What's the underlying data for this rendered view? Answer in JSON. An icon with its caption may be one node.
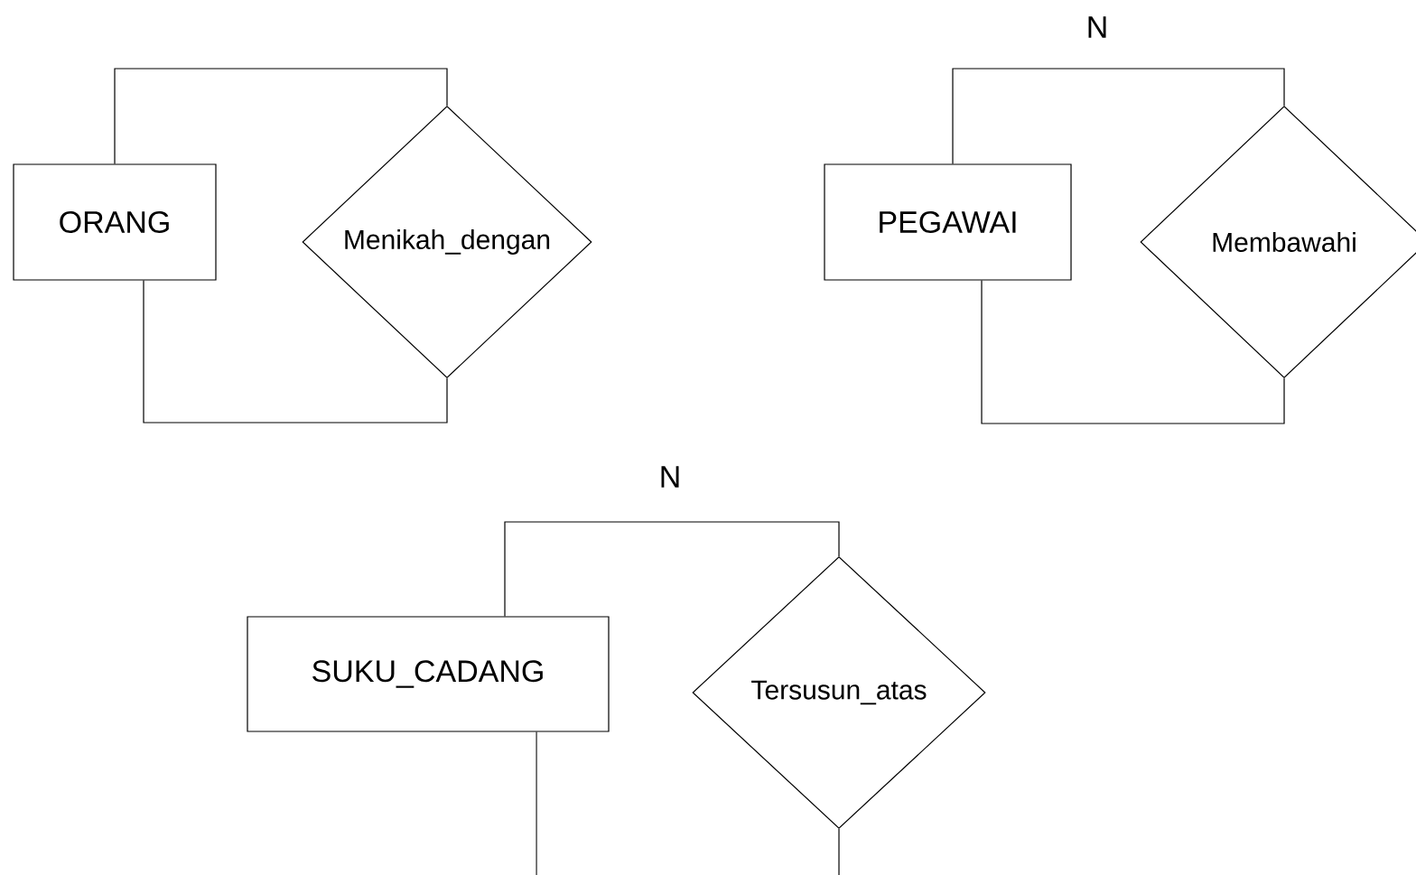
{
  "diagram": {
    "nodes": [
      {
        "text": [
          "ORANG"
        ]
      },
      {
        "text": [
          "Menikah_dengan"
        ]
      },
      {
        "text": [
          "PEGAWAI"
        ]
      },
      {
        "text": [
          "Membawahi"
        ]
      },
      {
        "text": [
          "SUKU_CADANG"
        ]
      },
      {
        "text": [
          "Tersusun_atas"
        ]
      }
    ],
    "edges": [
      {
        "from": 0,
        "to": 1,
        "arrow": "none"
      },
      {
        "from": 0,
        "to": 1,
        "arrow": "none"
      },
      {
        "from": 2,
        "to": 3,
        "arrow": "none",
        "label": "N"
      },
      {
        "from": 2,
        "to": 3,
        "arrow": "none"
      },
      {
        "from": 4,
        "to": 5,
        "arrow": "none",
        "label": "N"
      },
      {
        "from": 4,
        "to": null,
        "arrow": "none"
      },
      {
        "from": 5,
        "to": null,
        "arrow": "none"
      }
    ]
  }
}
